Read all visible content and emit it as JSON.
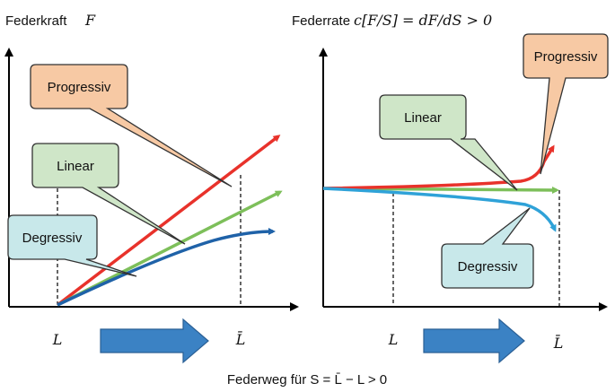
{
  "left_panel": {
    "title": "Federkraft",
    "title_symbol": "F",
    "x_start_label": "L",
    "x_end_label": "L̄",
    "callouts": {
      "progressive": "Progressiv",
      "linear": "Linear",
      "degressive": "Degressiv"
    }
  },
  "right_panel": {
    "title": "Federrate",
    "title_formula": "c[F/S] = dF/dS > 0",
    "x_start_label": "L",
    "x_end_label": "L̄",
    "callouts": {
      "progressive": "Progressiv",
      "linear": "Linear",
      "degressive": "Degressiv"
    }
  },
  "bottom_caption": "Federweg für S = L̄ − L > 0",
  "colors": {
    "progressive_curve": "#e8322b",
    "linear_curve": "#7dbf5a",
    "degressive_curve_left": "#1f62a8",
    "degressive_curve_right": "#2fa2d8",
    "arrow_fill": "#3b82c4",
    "progressive_bubble": "#f7c9a4",
    "linear_bubble": "#cfe6c8",
    "degressive_bubble": "#c8e8ea"
  }
}
